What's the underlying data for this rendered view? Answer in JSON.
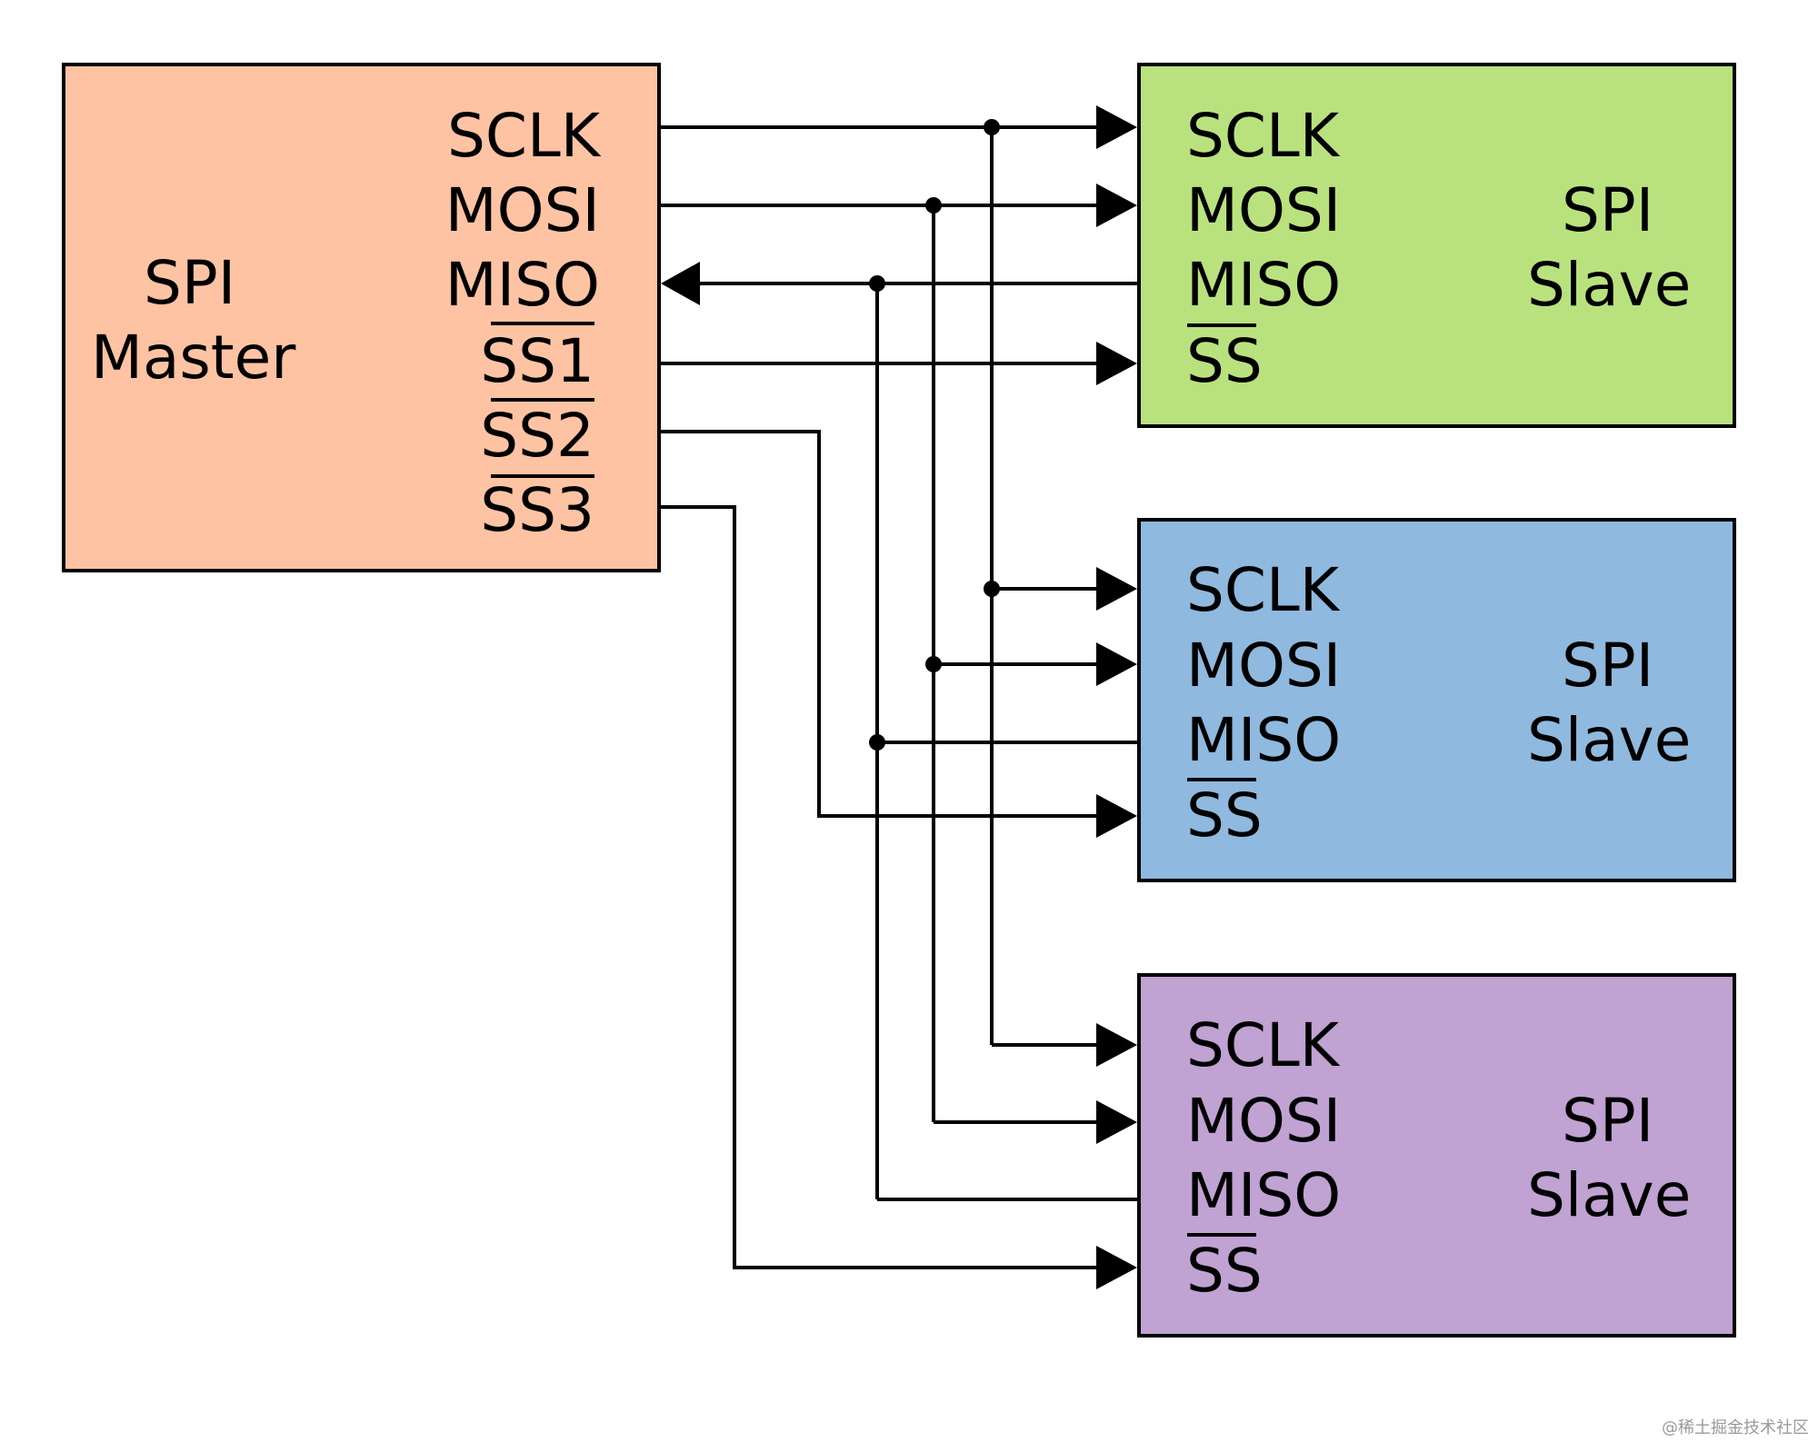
{
  "master": {
    "title_line1": "SPI",
    "title_line2": "Master",
    "fill": "#fec3a3",
    "pins": [
      "SCLK",
      "MOSI",
      "MISO",
      "SS1",
      "SS2",
      "SS3"
    ]
  },
  "slaves": [
    {
      "title_line1": "SPI",
      "title_line2": "Slave",
      "fill": "#b9e27e",
      "pins": [
        "SCLK",
        "MOSI",
        "MISO",
        "SS"
      ]
    },
    {
      "title_line1": "SPI",
      "title_line2": "Slave",
      "fill": "#8fb9de",
      "pins": [
        "SCLK",
        "MOSI",
        "MISO",
        "SS"
      ]
    },
    {
      "title_line1": "SPI",
      "title_line2": "Slave",
      "fill": "#c0a2d3",
      "pins": [
        "SCLK",
        "MOSI",
        "MISO",
        "SS"
      ]
    }
  ],
  "watermark": "@稀土掘金技术社区"
}
